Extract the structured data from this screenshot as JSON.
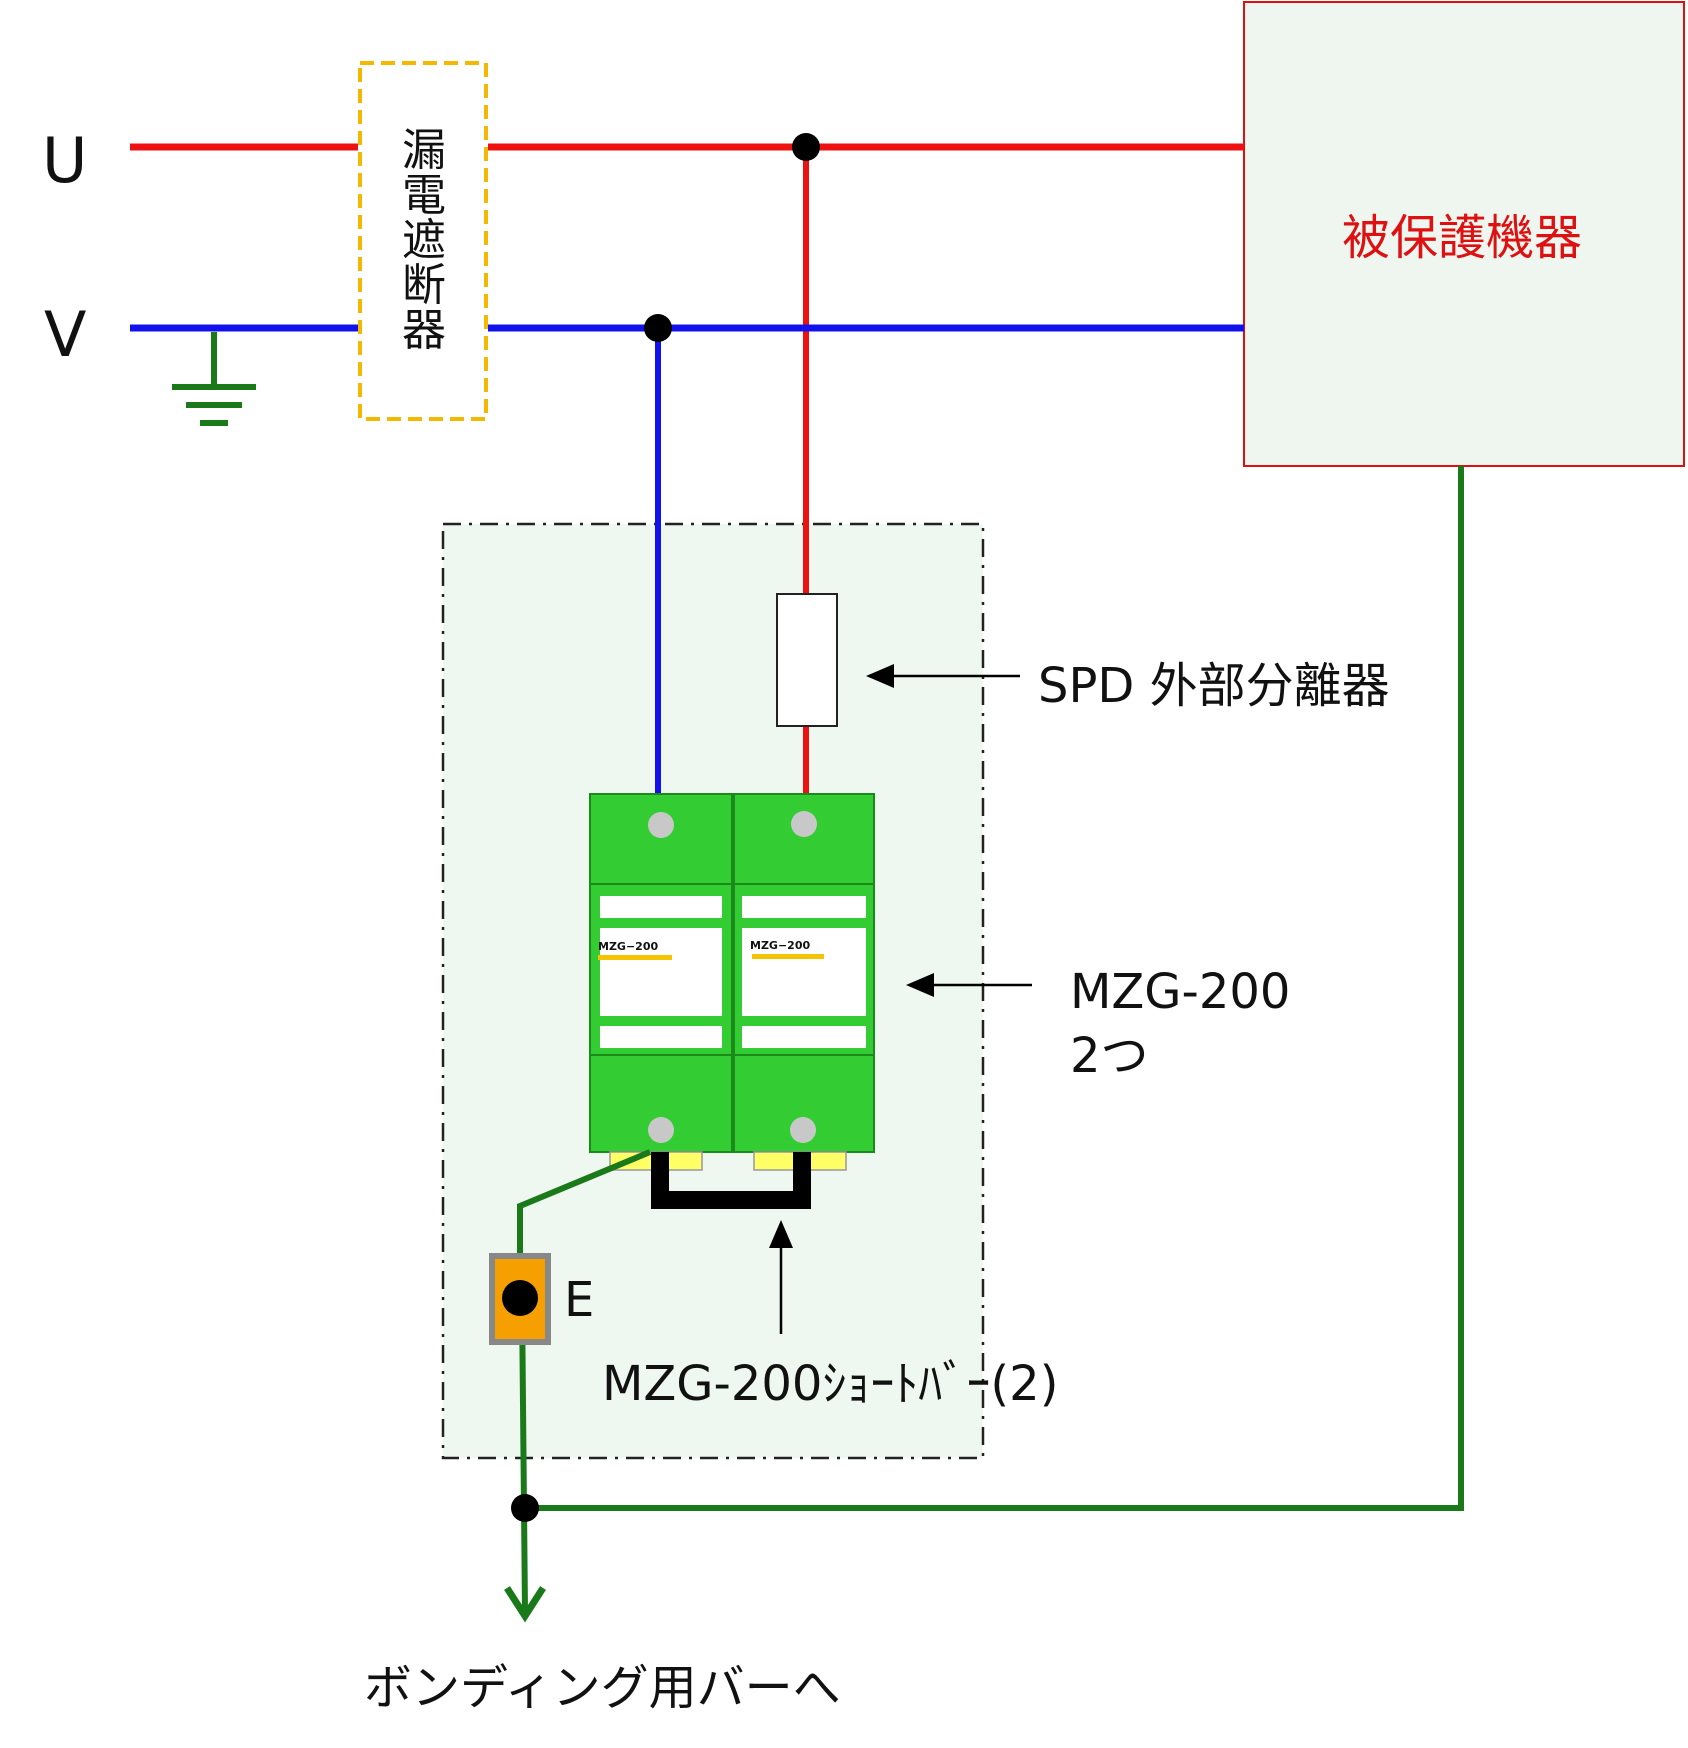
{
  "lines": {
    "u_label": "U",
    "v_label": "V"
  },
  "breaker": {
    "chars": [
      "漏",
      "電",
      "遮",
      "断",
      "器"
    ]
  },
  "equipment": {
    "label": "被保護機器"
  },
  "spd_disconnector": {
    "label": "SPD 外部分離器"
  },
  "module": {
    "label_line1": "MZG-200",
    "label_line2": "2つ",
    "unit_label_left": "MZG−200",
    "unit_label_right": "MZG−200"
  },
  "short_bar": {
    "label": "MZG-200ｼｮｰﾄﾊﾞｰ(2)"
  },
  "earth_terminal": {
    "label": "E"
  },
  "bonding": {
    "label": "ボンディング用バーへ"
  },
  "colors": {
    "u_line": "#ee1111",
    "v_line": "#1111ee",
    "ground": "#1a7a1a",
    "module_green": "#33cc33",
    "breaker_outline": "#f5b800",
    "equipment_border": "#dd1111",
    "equipment_fill": "#eef6ef",
    "enclosure_fill": "#eef7f0",
    "equipment_text": "#dd1111"
  }
}
